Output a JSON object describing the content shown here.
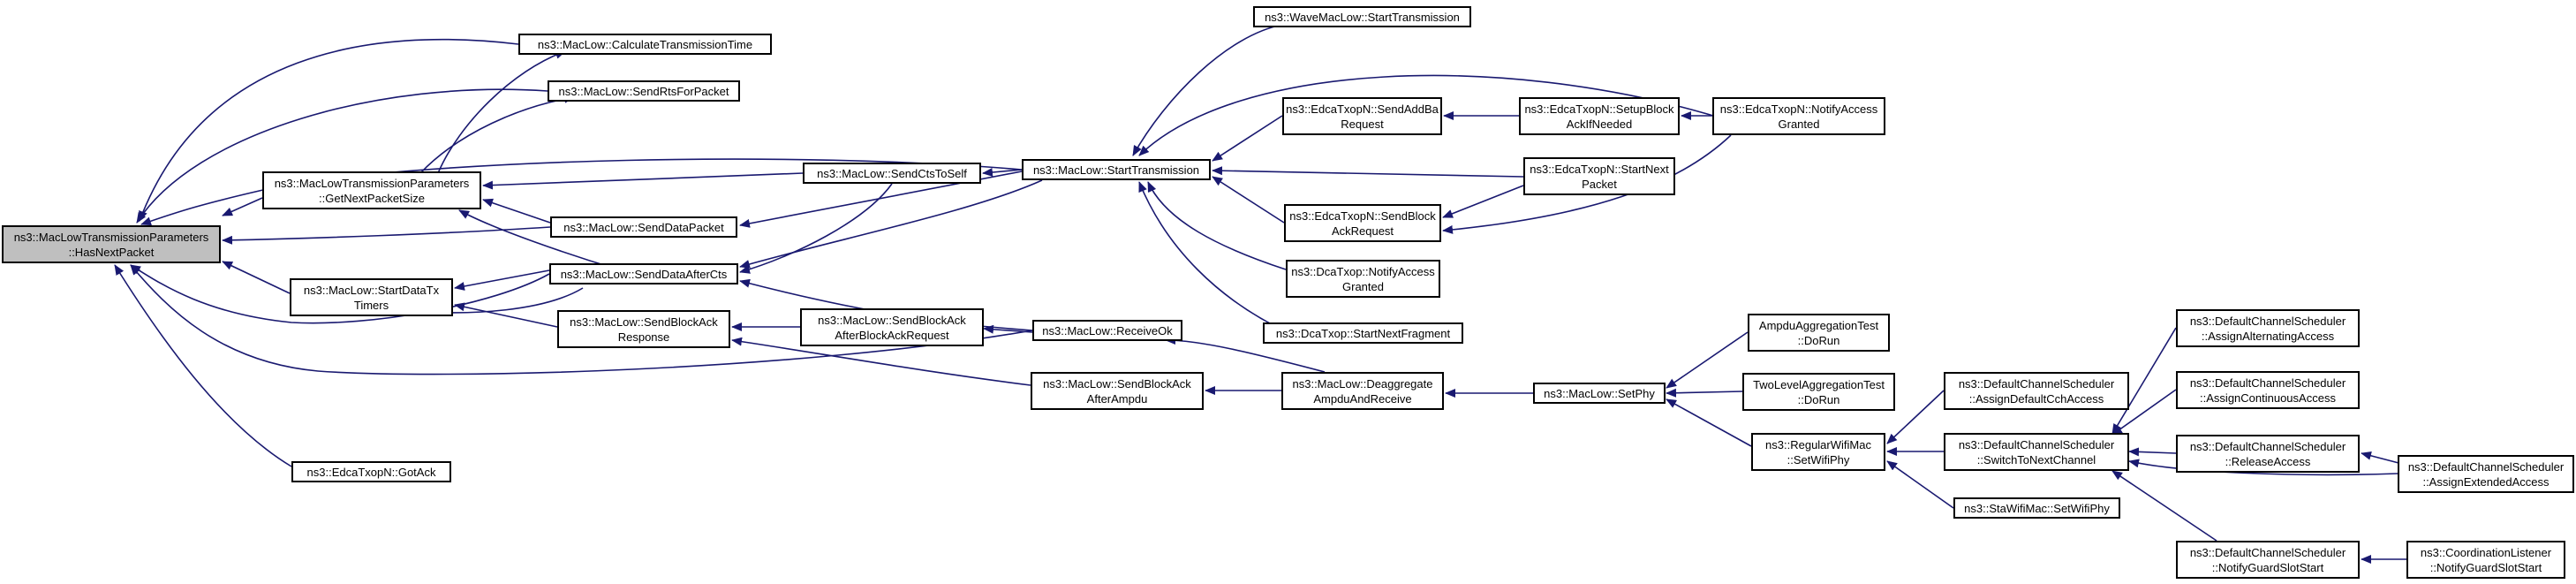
{
  "graph": {
    "title": "ns3::MacLowTransmissionParameters::HasNextPacket",
    "edge_color": "#191970",
    "root_fill": "#bfbfbf",
    "nodes": {
      "n_root": {
        "l1": "ns3::MacLowTransmissionParameters",
        "l2": "::HasNextPacket"
      },
      "n_calc": {
        "l1": "ns3::MacLow::CalculateTransmissionTime"
      },
      "n_rts": {
        "l1": "ns3::MacLow::SendRtsForPacket"
      },
      "n_getnext": {
        "l1": "ns3::MacLowTransmissionParameters",
        "l2": "::GetNextPacketSize"
      },
      "n_senddata": {
        "l1": "ns3::MacLow::SendDataPacket"
      },
      "n_startdata": {
        "l1": "ns3::MacLow::StartDataTx",
        "l2": "Timers"
      },
      "n_afterctx": {
        "l1": "ns3::MacLow::SendDataAfterCts"
      },
      "n_blockresp": {
        "l1": "ns3::MacLow::SendBlockAck",
        "l2": "Response"
      },
      "n_gotack": {
        "l1": "ns3::EdcaTxopN::GotAck"
      },
      "n_ctsself": {
        "l1": "ns3::MacLow::SendCtsToSelf"
      },
      "n_blockafterreq": {
        "l1": "ns3::MacLow::SendBlockAck",
        "l2": "AfterBlockAckRequest"
      },
      "n_blockafterampdu": {
        "l1": "ns3::MacLow::SendBlockAck",
        "l2": "AfterAmpdu"
      },
      "n_starttx": {
        "l1": "ns3::MacLow::StartTransmission"
      },
      "n_receiveok": {
        "l1": "ns3::MacLow::ReceiveOk"
      },
      "n_wave": {
        "l1": "ns3::WaveMacLow::StartTransmission"
      },
      "n_addba": {
        "l1": "ns3::EdcaTxopN::SendAddBa",
        "l2": "Request"
      },
      "n_blockackreq": {
        "l1": "ns3::EdcaTxopN::SendBlock",
        "l2": "AckRequest"
      },
      "n_dcanotify": {
        "l1": "ns3::DcaTxop::NotifyAccess",
        "l2": "Granted"
      },
      "n_dcanextfrag": {
        "l1": "ns3::DcaTxop::StartNextFragment"
      },
      "n_deagg": {
        "l1": "ns3::MacLow::Deaggregate",
        "l2": "AmpduAndReceive"
      },
      "n_setupblock": {
        "l1": "ns3::EdcaTxopN::SetupBlock",
        "l2": "AckIfNeeded"
      },
      "n_startnext": {
        "l1": "ns3::EdcaTxopN::StartNext",
        "l2": "Packet"
      },
      "n_edcanotify": {
        "l1": "ns3::EdcaTxopN::NotifyAccess",
        "l2": "Granted"
      },
      "n_setphy": {
        "l1": "ns3::MacLow::SetPhy"
      },
      "n_ampdutest": {
        "l1": "AmpduAggregationTest",
        "l2": "::DoRun"
      },
      "n_twoleveltest": {
        "l1": "TwoLevelAggregationTest",
        "l2": "::DoRun"
      },
      "n_regularsetphy": {
        "l1": "ns3::RegularWifiMac",
        "l2": "::SetWifiPhy"
      },
      "n_assigndefault": {
        "l1": "ns3::DefaultChannelScheduler",
        "l2": "::AssignDefaultCchAccess"
      },
      "n_switchnext": {
        "l1": "ns3::DefaultChannelScheduler",
        "l2": "::SwitchToNextChannel"
      },
      "n_stasetphy": {
        "l1": "ns3::StaWifiMac::SetWifiPhy"
      },
      "n_assignalt": {
        "l1": "ns3::DefaultChannelScheduler",
        "l2": "::AssignAlternatingAccess"
      },
      "n_assigncont": {
        "l1": "ns3::DefaultChannelScheduler",
        "l2": "::AssignContinuousAccess"
      },
      "n_release": {
        "l1": "ns3::DefaultChannelScheduler",
        "l2": "::ReleaseAccess"
      },
      "n_guard": {
        "l1": "ns3::DefaultChannelScheduler",
        "l2": "::NotifyGuardSlotStart"
      },
      "n_assignext": {
        "l1": "ns3::DefaultChannelScheduler",
        "l2": "::AssignExtendedAccess"
      },
      "n_coord": {
        "l1": "ns3::CoordinationListener",
        "l2": "::NotifyGuardSlotStart"
      }
    }
  }
}
